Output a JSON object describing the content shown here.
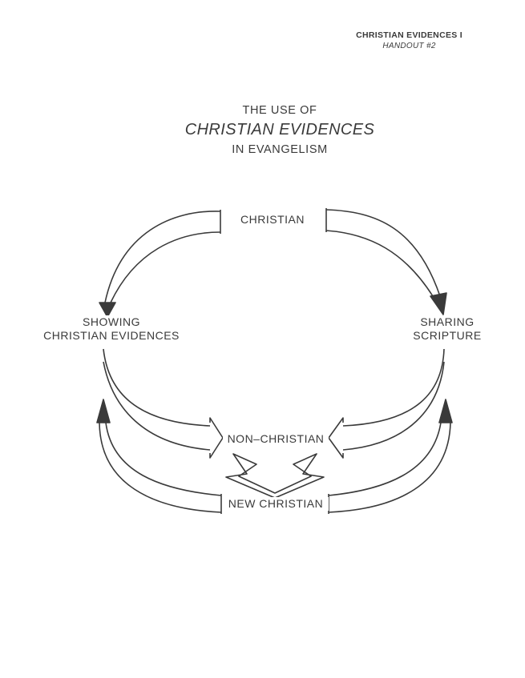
{
  "header": {
    "course": "CHRISTIAN EVIDENCES I",
    "handout": "HANDOUT #2"
  },
  "title": {
    "line1": "THE USE OF",
    "line2": "CHRISTIAN EVIDENCES",
    "line3": "IN EVANGELISM"
  },
  "nodes": {
    "christian": "CHRISTIAN",
    "showing_line1": "SHOWING",
    "showing_line2": "CHRISTIAN EVIDENCES",
    "sharing_line1": "SHARING",
    "sharing_line2": "SCRIPTURE",
    "non_christian": "NON–CHRISTIAN",
    "new_christian": "NEW CHRISTIAN"
  },
  "colors": {
    "ink": "#3a3a3a"
  }
}
